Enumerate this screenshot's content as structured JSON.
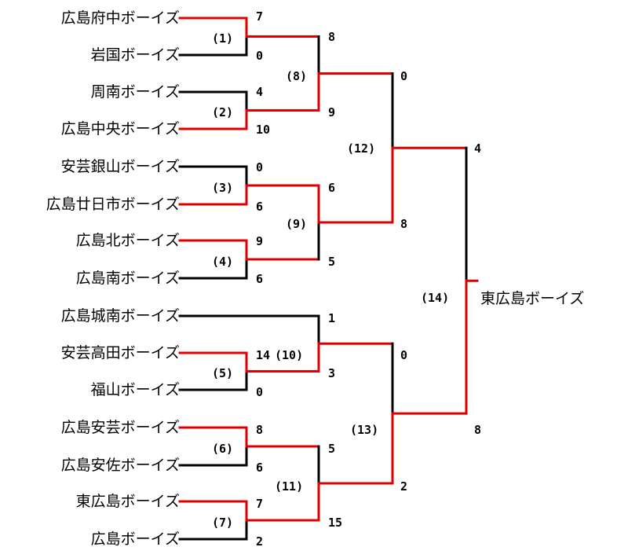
{
  "colors": {
    "win": "#e00000",
    "lose": "#000000"
  },
  "teams": [
    "広島府中ボーイズ",
    "岩国ボーイズ",
    "周南ボーイズ",
    "広島中央ボーイズ",
    "安芸銀山ボーイズ",
    "広島廿日市ボーイズ",
    "広島北ボーイズ",
    "広島南ボーイズ",
    "広島城南ボーイズ",
    "安芸高田ボーイズ",
    "福山ボーイズ",
    "広島安芸ボーイズ",
    "広島安佐ボーイズ",
    "東広島ボーイズ",
    "広島ボーイズ"
  ],
  "matches": [
    {
      "label": "(1)",
      "scores": [
        "7",
        "0"
      ]
    },
    {
      "label": "(2)",
      "scores": [
        "4",
        "10"
      ]
    },
    {
      "label": "(3)",
      "scores": [
        "0",
        "6"
      ]
    },
    {
      "label": "(4)",
      "scores": [
        "9",
        "6"
      ]
    },
    {
      "label": "(5)",
      "scores": [
        "14",
        "0"
      ]
    },
    {
      "label": "(6)",
      "scores": [
        "8",
        "6"
      ]
    },
    {
      "label": "(7)",
      "scores": [
        "7",
        "2"
      ]
    },
    {
      "label": "(8)",
      "scores": [
        "8",
        "9"
      ]
    },
    {
      "label": "(9)",
      "scores": [
        "6",
        "5"
      ]
    },
    {
      "label": "(10)",
      "scores": [
        "1",
        "3"
      ]
    },
    {
      "label": "(11)",
      "scores": [
        "5",
        "15"
      ]
    },
    {
      "label": "(12)",
      "scores": [
        "0",
        "8"
      ]
    },
    {
      "label": "(13)",
      "scores": [
        "0",
        "2"
      ]
    },
    {
      "label": "(14)",
      "scores": [
        "4",
        "8"
      ]
    }
  ],
  "champion": "東広島ボーイズ"
}
